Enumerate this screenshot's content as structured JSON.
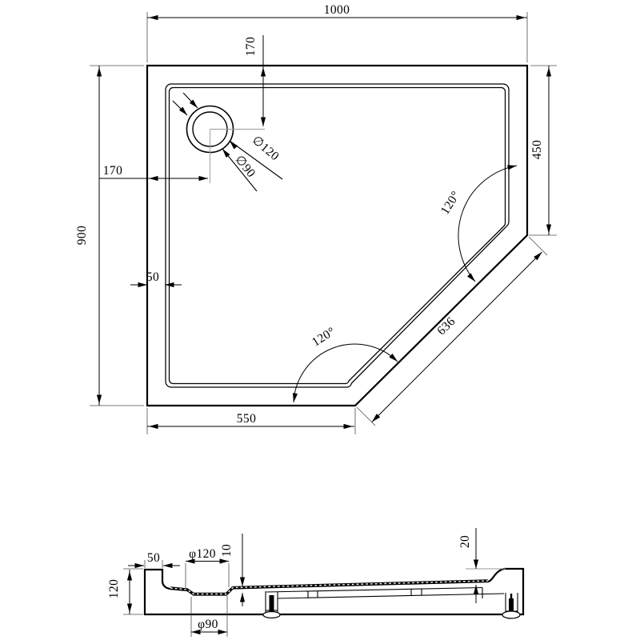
{
  "top_view": {
    "width": "1000",
    "height": "900",
    "drain_offset_top": "170",
    "drain_offset_left": "170",
    "drain_outer_dia": "∅120",
    "drain_inner_dia": "∅90",
    "right_side": "450",
    "wall_width": "50",
    "bottom_side": "550",
    "corner_diagonal": "636",
    "angle_right": "120°",
    "angle_bottom": "120°"
  },
  "section_view": {
    "wall_top_width": "50",
    "height": "120",
    "recess_dia": "φ120",
    "panel_thickness": "10",
    "rim_drop": "20",
    "drain_hole_dia": "φ90"
  }
}
